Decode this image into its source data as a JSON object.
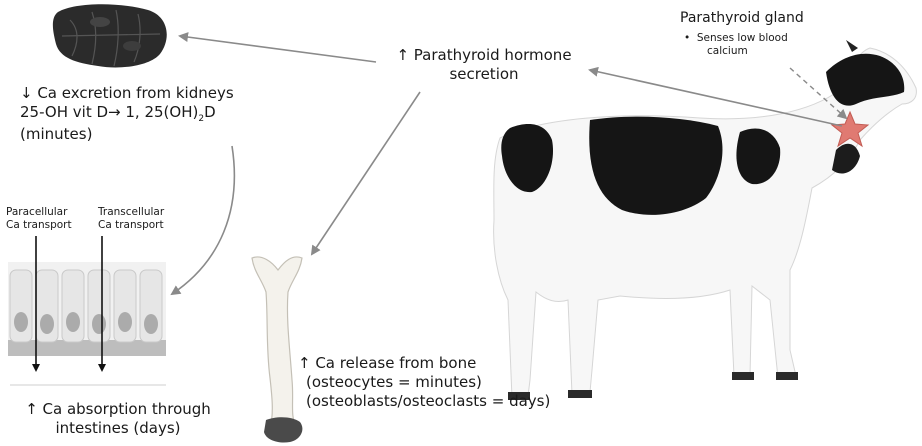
{
  "pth": {
    "line1": "↑ Parathyroid hormone",
    "line2": "secretion"
  },
  "gland": {
    "title": "Parathyroid gland",
    "bullet": "•",
    "note_line1": "Senses low blood",
    "note_line2": "calcium"
  },
  "kidney": {
    "line1": "↓ Ca excretion from kidneys",
    "line2_prefix": "25-OH vit D",
    "line2_arrow": "→",
    "line2_product": "1, 25(OH)",
    "line2_sub": "2",
    "line2_suffix": "D",
    "line3": "(minutes)"
  },
  "intestine": {
    "paracellular_l1": "Paracellular",
    "paracellular_l2": "Ca transport",
    "transcellular_l1": "Transcellular",
    "transcellular_l2": "Ca transport",
    "line1": "↑ Ca absorption through",
    "line2": "intestines (days)"
  },
  "bone": {
    "line1": "↑ Ca release from bone",
    "line2": "(osteocytes = minutes)",
    "line3": "(osteoblasts/osteoclasts = days)"
  }
}
